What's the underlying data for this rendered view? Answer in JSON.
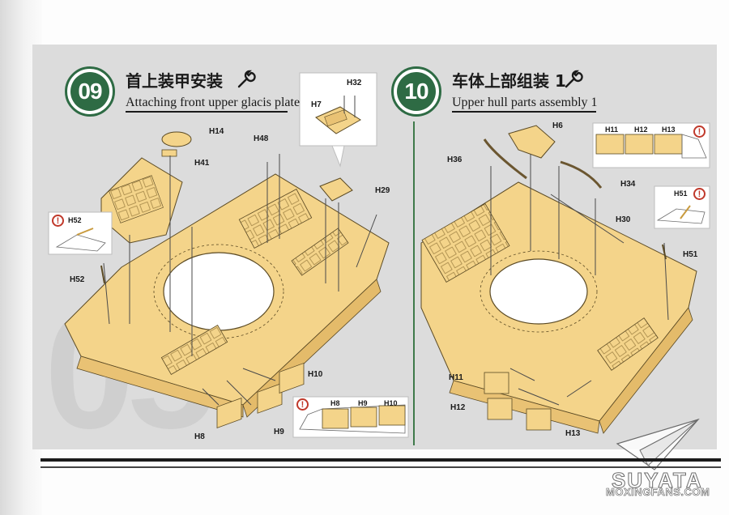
{
  "step09": {
    "number": "09",
    "title_zh": "首上装甲安装",
    "title_en": "Attaching front upper glacis plate",
    "parts": {
      "h14": "H14",
      "h41": "H41",
      "h48": "H48",
      "h29": "H29",
      "h52a": "H52",
      "h52b": "H52",
      "h8": "H8",
      "h9": "H9",
      "h10": "H10",
      "h32": "H32",
      "h7": "H7"
    },
    "callout_bottom": {
      "warn": "!",
      "h8": "H8",
      "h9": "H9",
      "h10": "H10"
    },
    "callout_left": {
      "warn": "!",
      "part": "H52"
    }
  },
  "step10": {
    "number": "10",
    "title_zh": "车体上部组装 1",
    "title_en": "Upper hull parts assembly 1",
    "parts": {
      "h6": "H6",
      "h36": "H36",
      "h34": "H34",
      "h30": "H30",
      "h51": "H51",
      "h11": "H11",
      "h12": "H12",
      "h13": "H13"
    },
    "callout_top": {
      "warn": "!",
      "h11": "H11",
      "h12": "H12",
      "h13": "H13"
    },
    "callout_mid": {
      "warn": "!",
      "part": "H51"
    }
  },
  "watermark": {
    "page_number": "05",
    "brand": "SUYATA",
    "site": "MOXINGFANS.COM"
  },
  "colors": {
    "accent_green": "#2e6b44",
    "hull_fill": "#f4d48a",
    "warning_red": "#c0392b"
  }
}
